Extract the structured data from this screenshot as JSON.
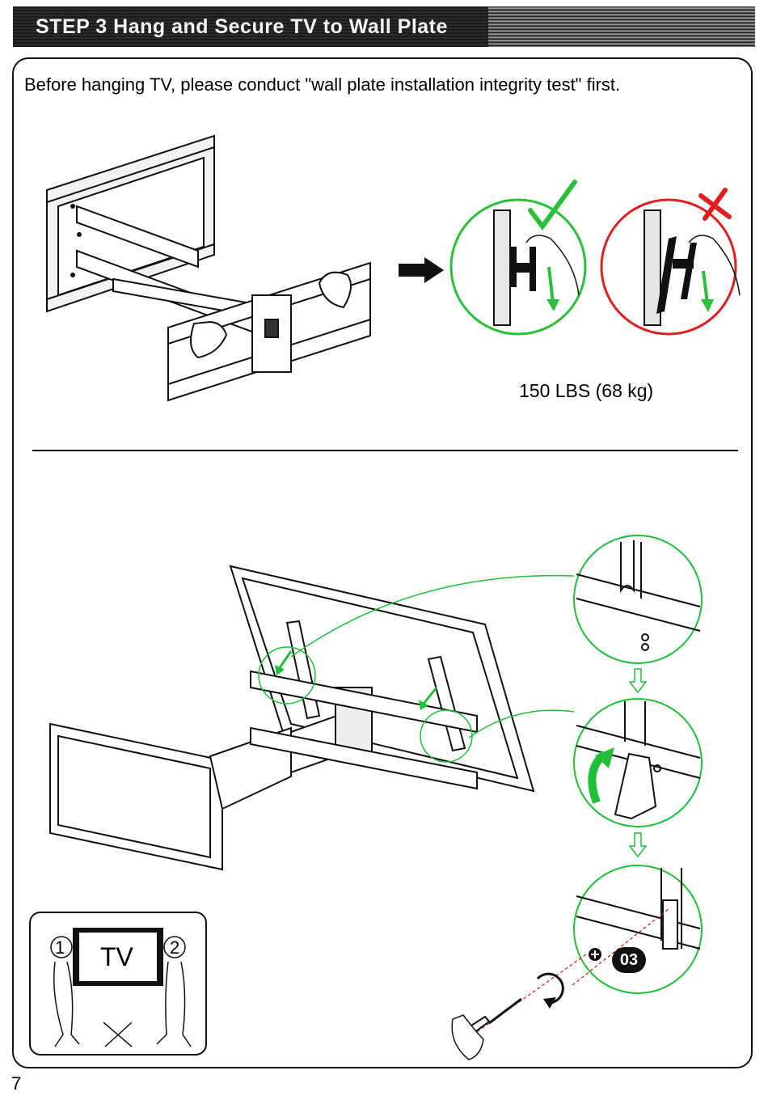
{
  "header": {
    "title": "STEP 3 Hang and Secure TV to Wall Plate"
  },
  "section1": {
    "instruction": "Before hanging TV, please conduct \"wall plate installation integrity test\" first.",
    "weight_label": "150 LBS (68 kg)"
  },
  "section2": {
    "screw_tag": "03",
    "tv_label": "TV",
    "person_1": "1",
    "person_2": "2"
  },
  "page": {
    "number": "7"
  },
  "colors": {
    "ok_green": "#2bbf3a",
    "no_red": "#e02020",
    "line_green": "#1fbf3a",
    "screw_axis_red": "#d11a1a"
  }
}
